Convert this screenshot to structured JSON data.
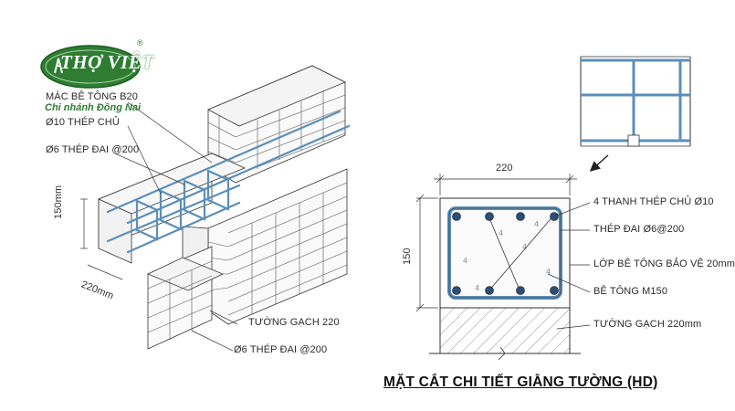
{
  "brand": {
    "name": "THỢ VIỆT",
    "branch": "Chi nhánh Đồng Nai",
    "reg_mark": "®",
    "color": "#2e7d32"
  },
  "iso_labels": {
    "concrete_grade": "MÁC BÊ TÔNG B20",
    "main_steel": "Ø10 THÉP CHỦ",
    "stirrup_top": "Ø6 THÉP ĐAI @200",
    "wall": "TƯỜNG GẠCH 220",
    "stirrup_bottom": "Ø6 THÉP ĐAI @200",
    "height_dim": "150mm",
    "width_dim": "220mm"
  },
  "section_labels": {
    "width_dim": "220",
    "height_dim": "150",
    "main_bars": "4 THANH THÉP CHỦ Ø10",
    "stirrups": "THÉP ĐAI Ø6@200",
    "cover": "LỚP BÊ TÔNG BẢO VỆ 20mm",
    "concrete": "BÊ TÔNG M150",
    "wall": "TƯỜNG GẠCH 220mm"
  },
  "title": "MẶT CẮT CHI TIẾT GIẰNG TƯỜNG (HD)",
  "colors": {
    "rebar": "#5b8fb9",
    "line": "#333333",
    "hatch": "#777777"
  }
}
